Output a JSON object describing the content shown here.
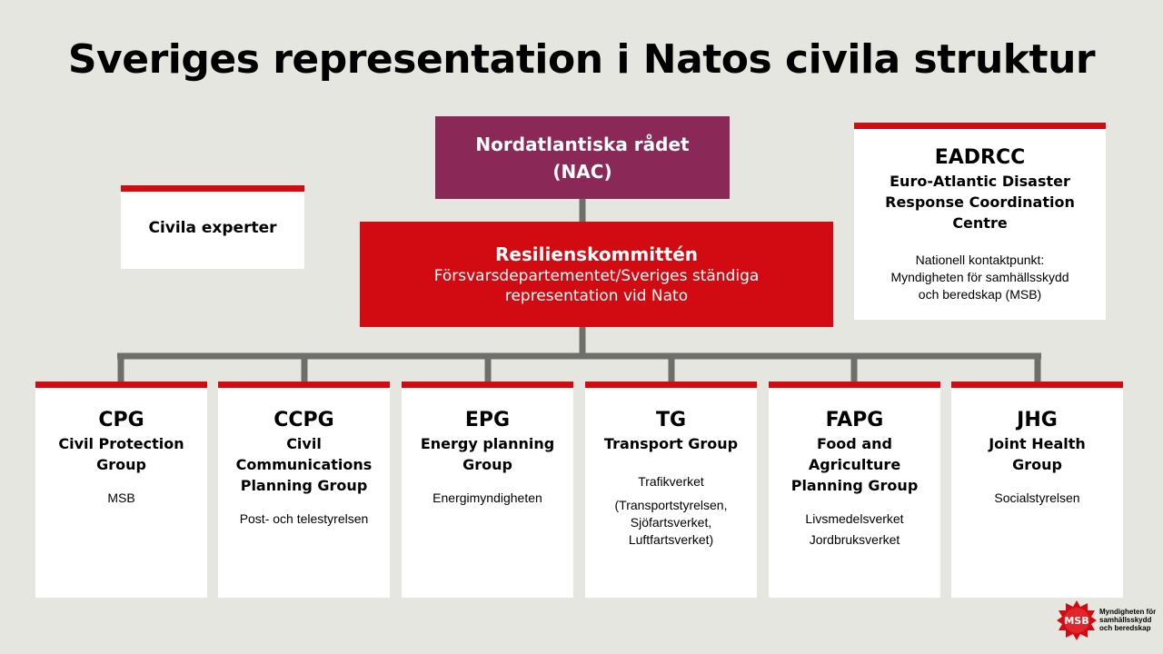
{
  "title": "Sveriges representation i Natos civila struktur",
  "nac": {
    "line1": "Nordatlantiska rådet",
    "line2": "(NAC)"
  },
  "resilience": {
    "title": "Resilienskommittén",
    "line1": "Försvarsdepartementet/Sveriges ständiga",
    "line2": "representation vid Nato"
  },
  "civil_experts": "Civila experter",
  "eadrcc": {
    "abbr": "EADRCC",
    "full1": "Euro-Atlantic Disaster",
    "full2": "Response Coordination",
    "full3": "Centre",
    "note1": "Nationell kontaktpunkt:",
    "note2": "Myndigheten för samhällsskydd",
    "note3": "och beredskap (MSB)"
  },
  "groups": [
    {
      "abbr": "CPG",
      "full": [
        "Civil Protection",
        "Group"
      ],
      "agencies": [
        "MSB"
      ],
      "extra": []
    },
    {
      "abbr": "CCPG",
      "full": [
        "Civil",
        "Communications",
        "Planning Group"
      ],
      "agencies": [
        "Post- och telestyrelsen"
      ],
      "extra": []
    },
    {
      "abbr": "EPG",
      "full": [
        "Energy planning",
        "Group"
      ],
      "agencies": [
        "Energimyndigheten"
      ],
      "extra": []
    },
    {
      "abbr": "TG",
      "full": [
        "Transport Group"
      ],
      "agencies": [
        "Trafikverket"
      ],
      "extra": [
        "(Transportstyrelsen,",
        "Sjöfartsverket,",
        "Luftfartsverket)"
      ]
    },
    {
      "abbr": "FAPG",
      "full": [
        "Food and",
        "Agriculture",
        "Planning Group"
      ],
      "agencies": [
        "Livsmedelsverket",
        "Jordbruksverket"
      ],
      "extra": []
    },
    {
      "abbr": "JHG",
      "full": [
        "Joint Health",
        "Group"
      ],
      "agencies": [
        "Socialstyrelsen"
      ],
      "extra": []
    }
  ],
  "logo": {
    "mark": "MSB",
    "line1": "Myndigheten för",
    "line2": "samhällsskydd",
    "line3": "och beredskap"
  },
  "colors": {
    "background": "#e6e6e1",
    "red": "#d20a11",
    "plum": "#8a2858",
    "connector": "#6e6e6a"
  }
}
